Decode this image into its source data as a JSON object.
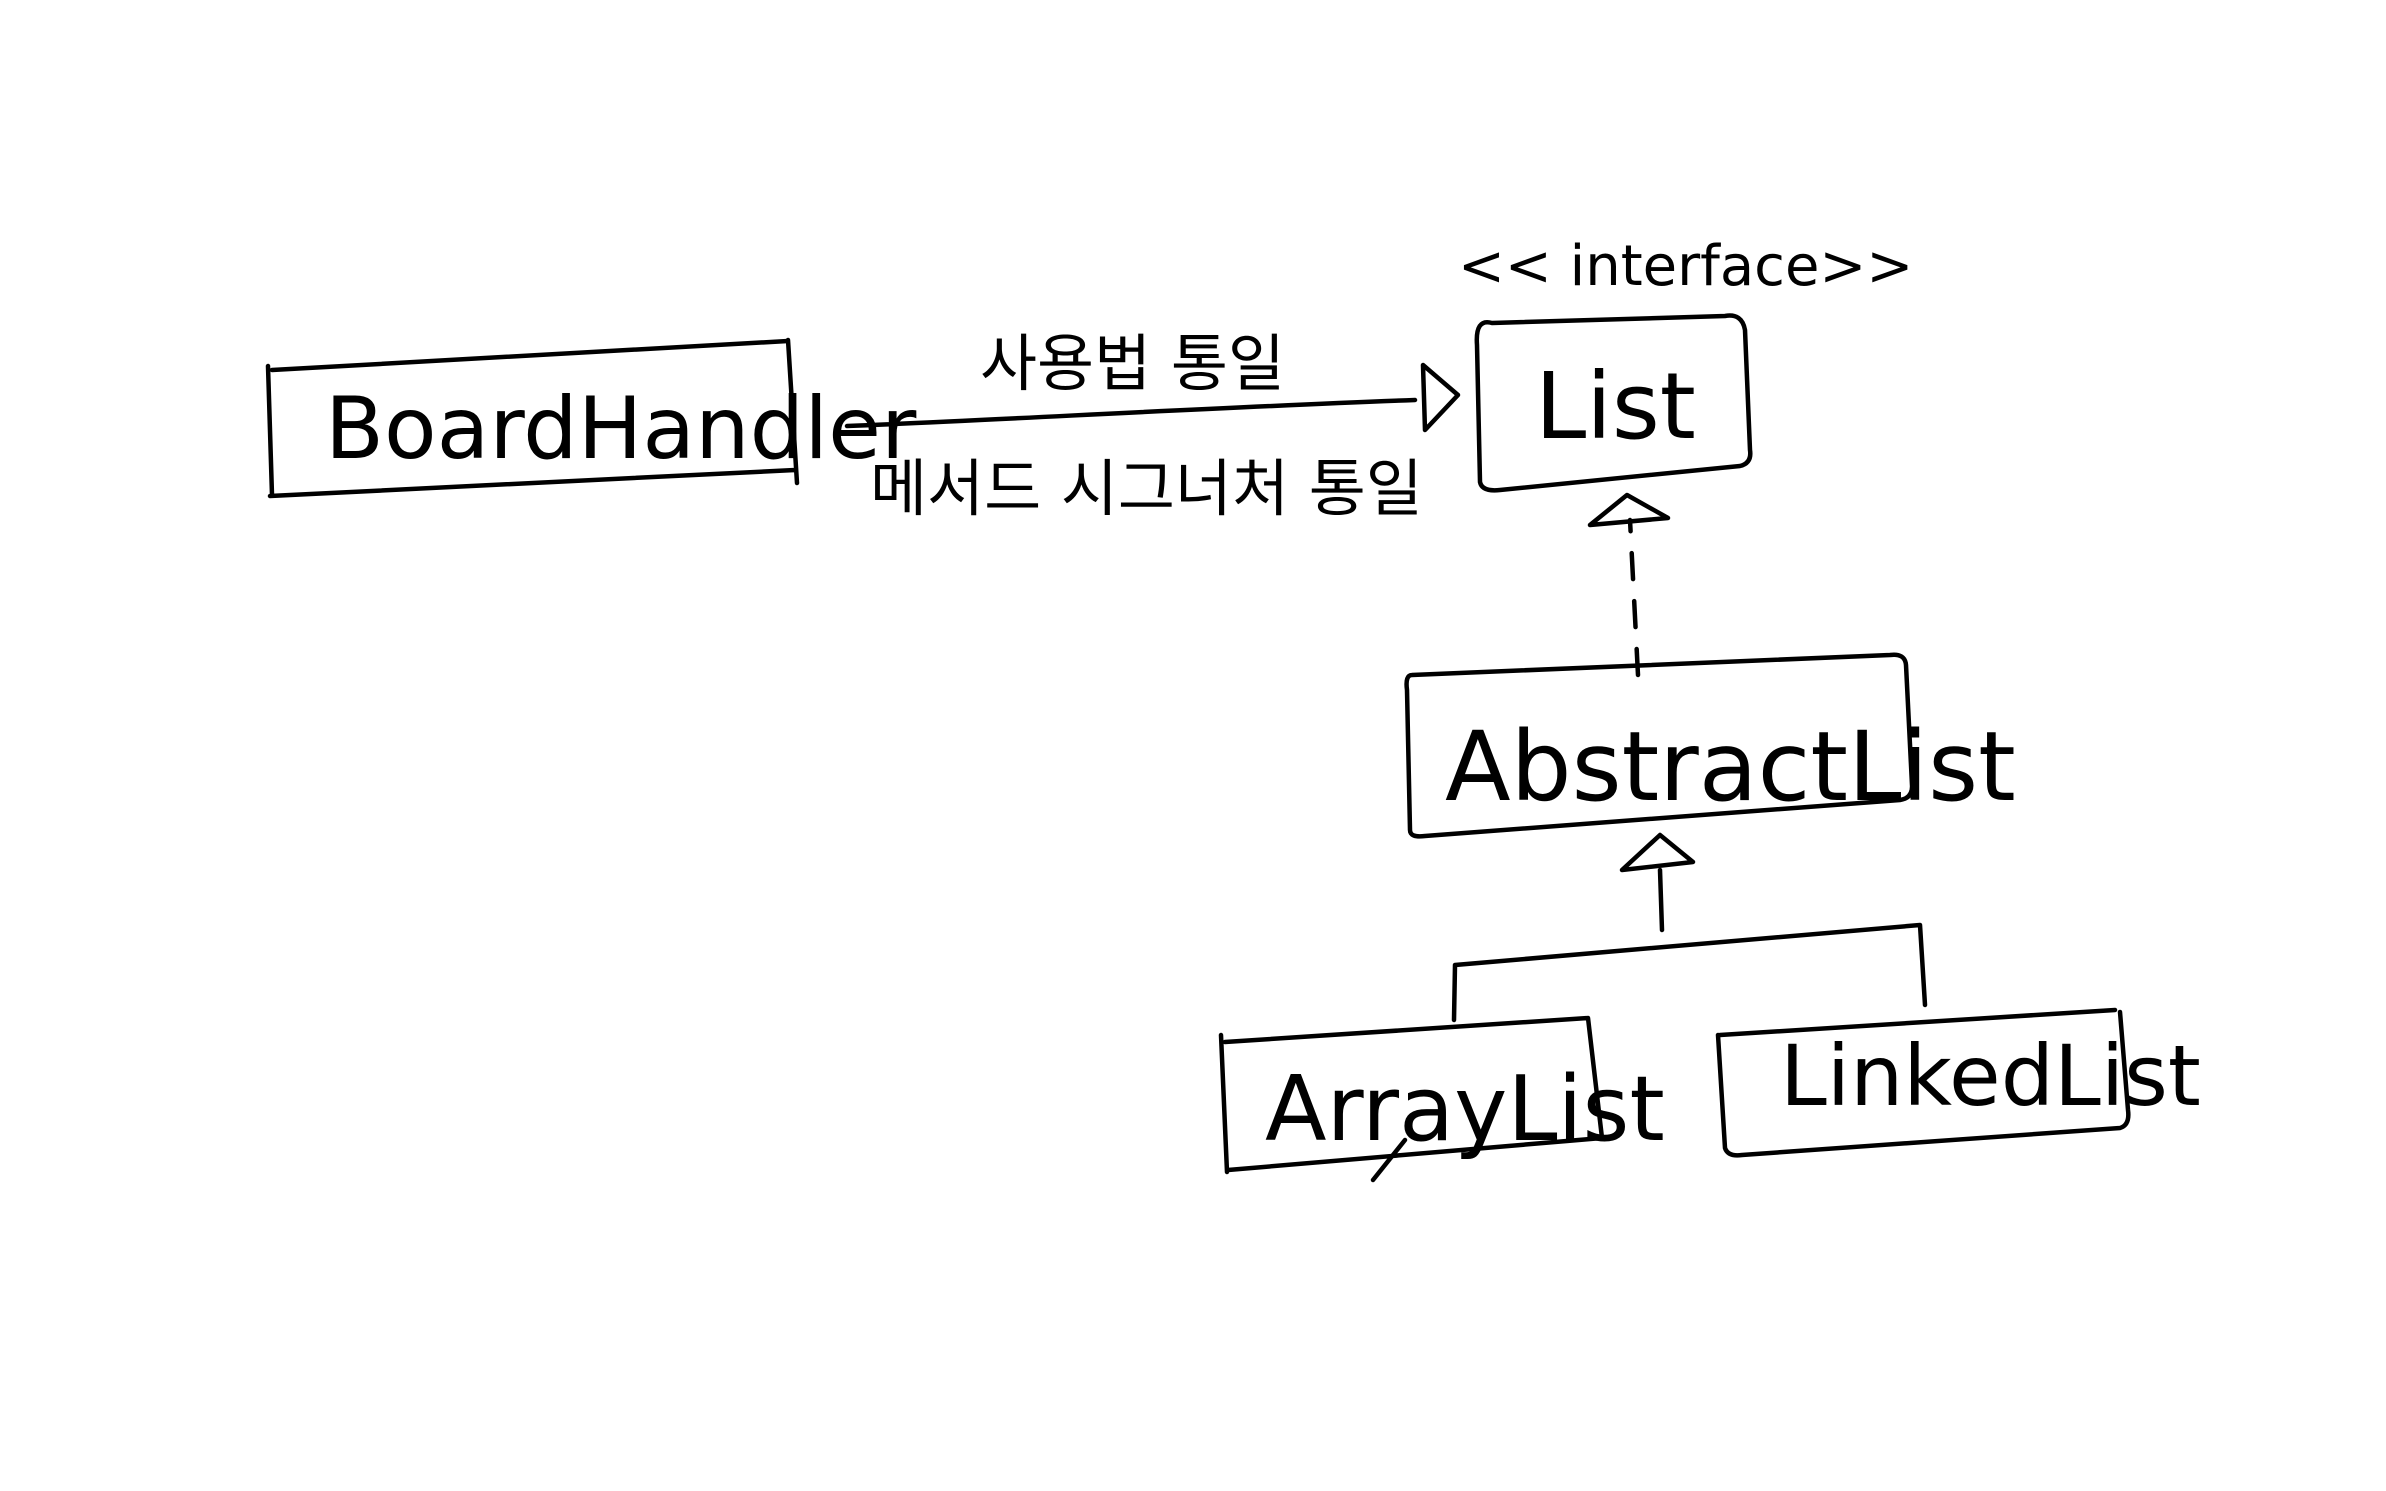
{
  "diagram": {
    "stroke_color": "#000000",
    "background_color": "#ffffff",
    "classes": {
      "board_handler": "BoardHandler",
      "list": "List",
      "abstract_list": "AbstractList",
      "array_list": "ArrayList",
      "linked_list": "LinkedList"
    },
    "stereotype": "<< interface>>",
    "association_label_top": "사용법 통일",
    "association_label_bottom": "메서드 시그너처 통일"
  }
}
